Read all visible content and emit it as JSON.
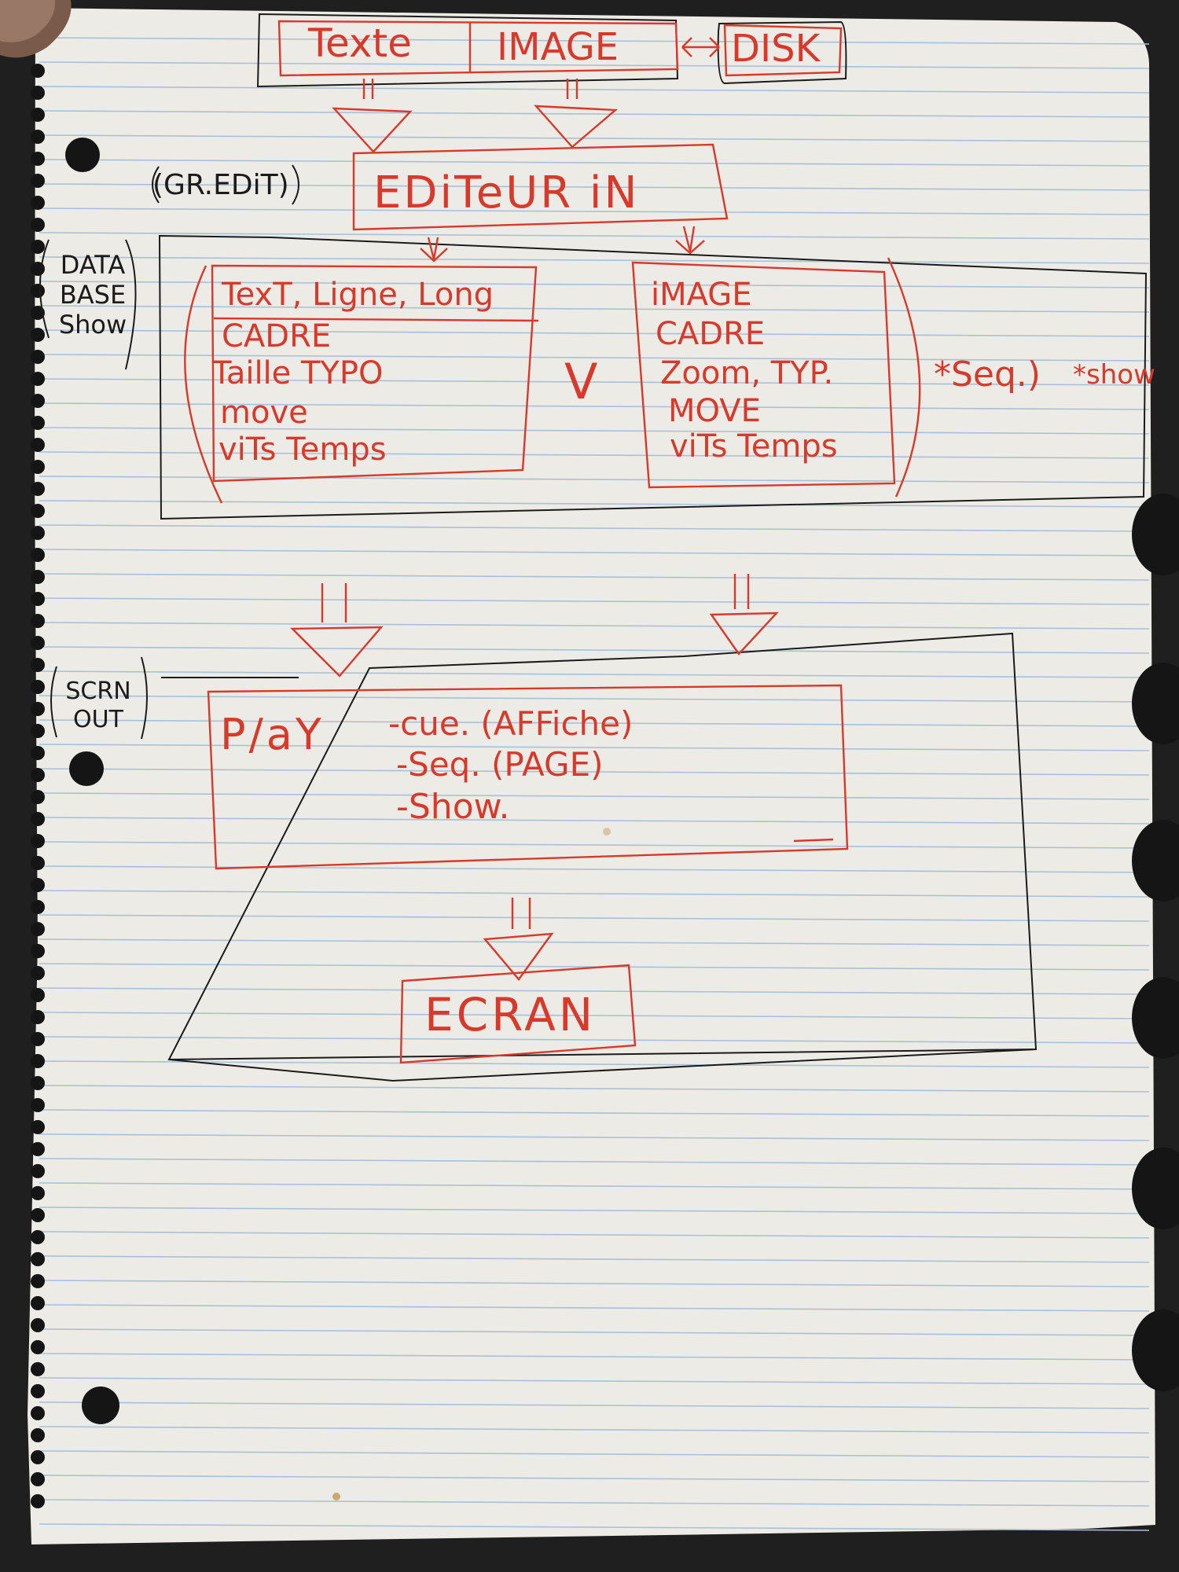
{
  "colors": {
    "paper": "#ecebe6",
    "ruling": "#a9c0d6",
    "red_ink": "#d8392b",
    "black_ink": "#1b1b1b",
    "background": "#1f1f1f"
  },
  "sources": {
    "texte": "Texte",
    "image": "IMAGE",
    "disk": "DISK"
  },
  "editor": {
    "side_label": "(GR.EDiT)",
    "title": "EDiTeUR iN"
  },
  "database": {
    "side_label_lines": [
      "DATA",
      "BASE",
      "Show"
    ],
    "text_panel": [
      "TexT, Ligne, Long",
      "CADRE",
      "Taille TYPO",
      "move",
      "viTs Temps"
    ],
    "image_panel": [
      "iMAGE",
      "CADRE",
      "Zoom, TYP.",
      "MOVE",
      "viTs Temps"
    ],
    "or_symbol": "V",
    "seq_note": "*Seq.)",
    "show_note": "*show"
  },
  "output": {
    "side_label_lines": [
      "SCRN",
      "OUT"
    ],
    "play_label": "P/aY",
    "play_items": [
      "-cue. (AFFiche)",
      "-Seq. (PAGE)",
      "-Show."
    ],
    "screen_label": "ECRAN"
  }
}
